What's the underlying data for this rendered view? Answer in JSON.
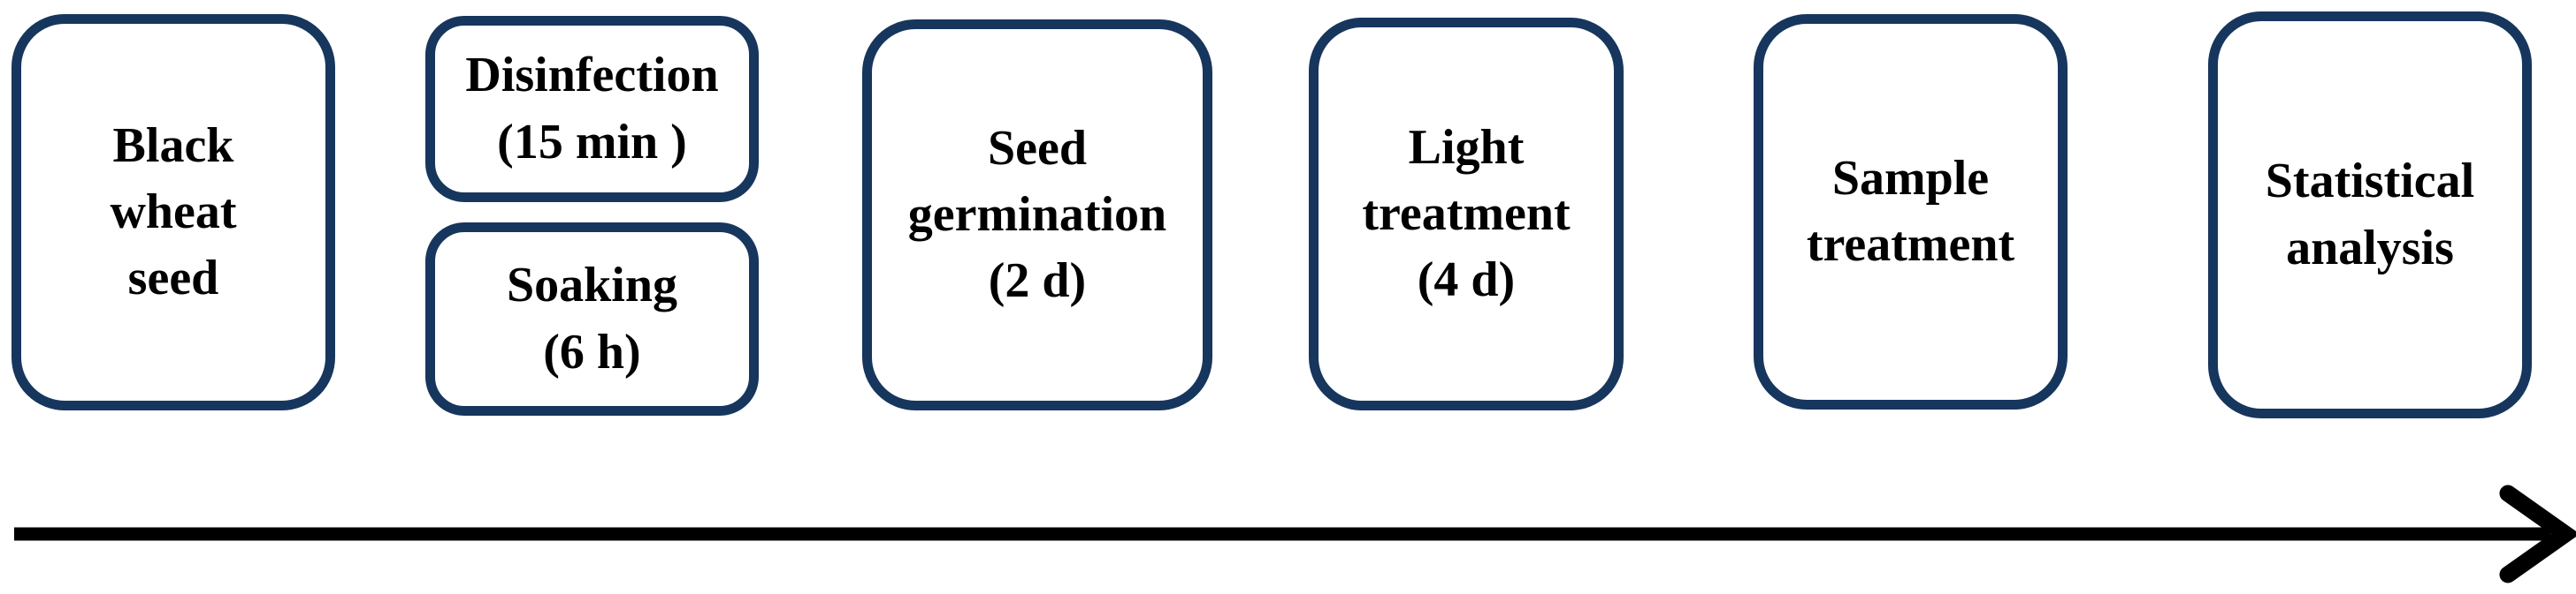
{
  "colors": {
    "box_border": "#17365d",
    "arrow": "#000000",
    "text": "#000000",
    "background": "#ffffff"
  },
  "steps": {
    "black_wheat_seed": {
      "label": "Black\nwheat\nseed"
    },
    "disinfection": {
      "label": "Disinfection\n(15 min )"
    },
    "soaking": {
      "label": "Soaking\n(6 h)"
    },
    "seed_germination": {
      "label": "Seed\ngermination\n(2 d)"
    },
    "light_treatment": {
      "label": "Light\ntreatment\n(4 d)"
    },
    "sample_treatment": {
      "label": "Sample\ntreatment"
    },
    "statistical_analysis": {
      "label": "Statistical\nanalysis"
    }
  }
}
